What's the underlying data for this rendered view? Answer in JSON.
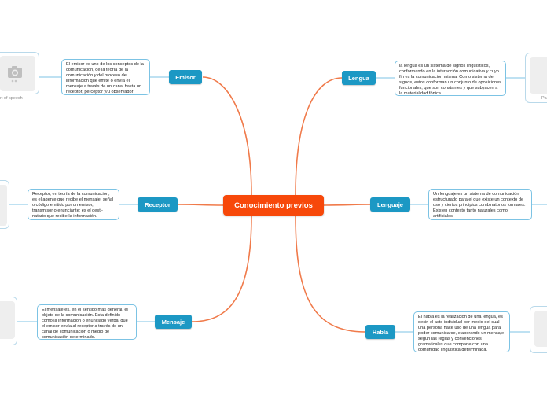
{
  "central": {
    "label": "Conocimiento previos"
  },
  "topics": {
    "emisor": {
      "label": "Emisor",
      "note": "El emisor es uno de los conceptos de la comunicación, de la teoría de la comunicación y del proceso de información que emite o envía el mensaje a través de un canal hasta un receptor, perceptor y/u observador",
      "caption": "rt of speech"
    },
    "receptor": {
      "label": "Receptor",
      "note": "Receptor, en teoría de la comunicación, es el agente que recibe el mensaje, señal o código emitido por un emisor, transmisor o enunciante; es el desti- natario que recibe la información."
    },
    "mensaje": {
      "label": "Mensaje",
      "note": "El mensaje es, en el sentido mas general, el objeto de la comunicación. Esta definido como la información o enunciado verbal que el emisor envía al receptor a través de un canal de comunicación o medio de comunicación determinado."
    },
    "lengua": {
      "label": "Lengua",
      "note": "la lengua es un sistema de signos lingüísticos, conformando en la interacción comunicativa y cuyo fin es la comunicación misma. Como sistema de signos, estos conforman un conjunto de oposiciones funcionales, que son constantes y que subyacen a la materialidad fónica.",
      "caption": "Pa"
    },
    "lenguaje": {
      "label": "Lenguaje",
      "note": "Un lenguaje es un sistema de comunicación estructurado para el que existe un contexto de uso y ciertos principios combinatorios formales. Existen contexto tanto naturales como artificiales."
    },
    "habla": {
      "label": "Habla",
      "note": "El habla es la realización de una lengua, es decir, el acto individual por medio del cual una persona hace uso de una lengua para poder comunicarse, elaborando un mensaje según las reglas y convenciones gramaticales que comparte con una comunidad lingüística determinada."
    }
  },
  "colors": {
    "central": "#f7480a",
    "topic": "#1c98c4",
    "link": "#f07a4a",
    "note_border": "#7cc3e4"
  },
  "icons": {
    "emisor_image": "camera-icon"
  }
}
